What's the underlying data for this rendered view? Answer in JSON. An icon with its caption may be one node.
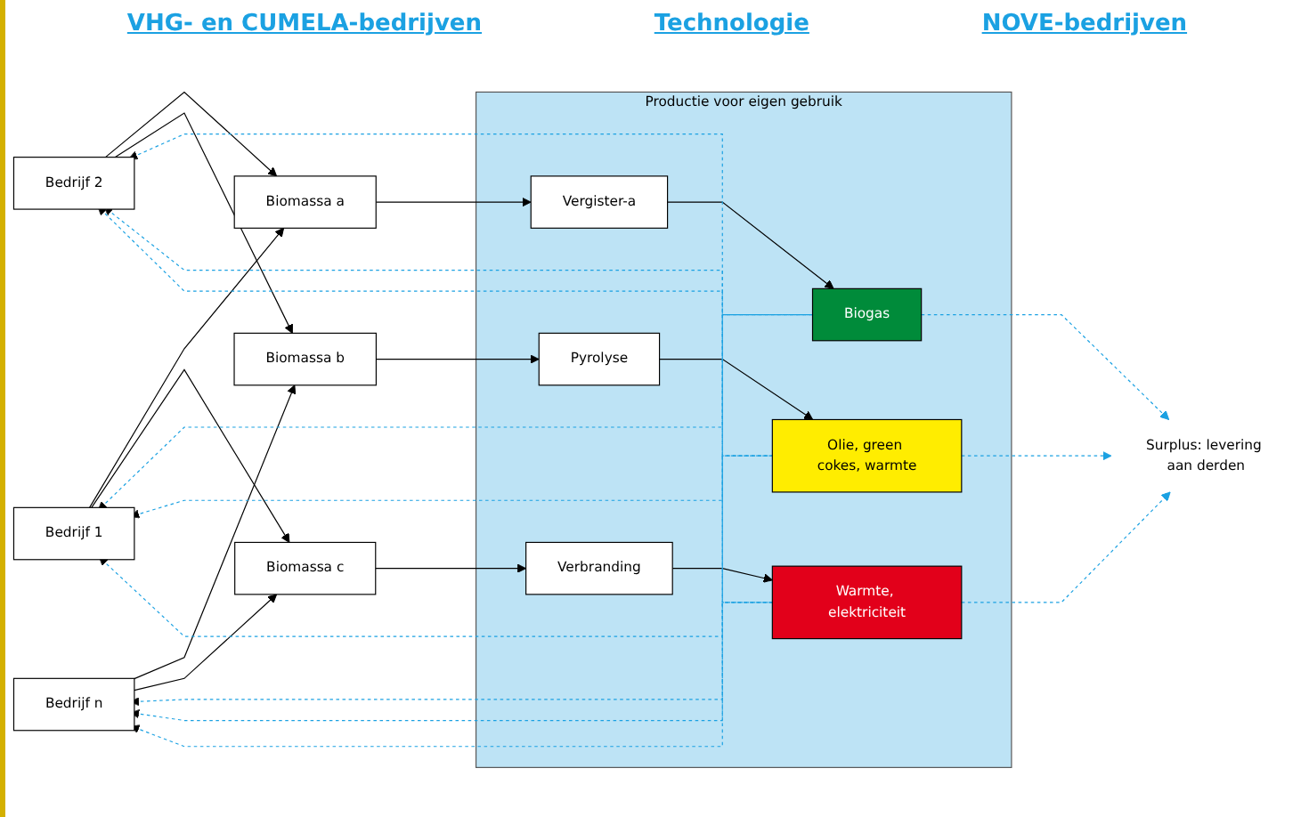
{
  "diagram": {
    "nodes": [
      {
        "text": [
          "Bedrijf 1"
        ]
      },
      {
        "text": [
          "Bedrijf 2"
        ]
      },
      {
        "text": [
          "Bedrijf n"
        ]
      },
      {
        "text": [
          "Biomassa a"
        ]
      },
      {
        "text": [
          "Biomassa b"
        ]
      },
      {
        "text": [
          "Biomassa c"
        ]
      },
      {
        "text": [
          "Productie voor eigen gebruik"
        ]
      },
      {
        "text": [
          "Vergister-a"
        ],
        "in": 6
      },
      {
        "text": [
          "Biogas"
        ],
        "in": 6
      },
      {
        "text": [
          "Pyrolyse"
        ],
        "in": 6
      },
      {
        "text": [
          "Olie, green cokes, warmte"
        ],
        "in": 6
      },
      {
        "text": [
          "Verbranding"
        ],
        "in": 6
      },
      {
        "text": [
          "Warmte, elektriciteit"
        ],
        "in": 6
      },
      {
        "text": [
          "Surplus: levering aan derden"
        ]
      }
    ],
    "edges": [
      {
        "from": 0,
        "to": 3,
        "arrow": "to"
      },
      {
        "from": 0,
        "to": 5,
        "arrow": "to"
      },
      {
        "from": 1,
        "to": 3,
        "arrow": "to"
      },
      {
        "from": 1,
        "to": 4,
        "arrow": "to"
      },
      {
        "from": 2,
        "to": 4,
        "arrow": "to"
      },
      {
        "from": 2,
        "to": 5,
        "arrow": "to"
      },
      {
        "from": 3,
        "to": 7,
        "arrow": "to"
      },
      {
        "from": 4,
        "to": 9,
        "arrow": "to"
      },
      {
        "from": 5,
        "to": 11,
        "arrow": "to"
      },
      {
        "from": 7,
        "to": 8,
        "arrow": "to"
      },
      {
        "from": 9,
        "to": 10,
        "arrow": "to"
      },
      {
        "from": 11,
        "to": 12,
        "arrow": "to"
      },
      {
        "from": 8,
        "to": 13,
        "arrow": "to",
        "style": "dashed",
        "color": "#1ba1e2"
      },
      {
        "from": 10,
        "to": 13,
        "arrow": "to",
        "style": "dashed",
        "color": "#1ba1e2"
      },
      {
        "from": 12,
        "to": 13,
        "arrow": "to",
        "style": "dashed",
        "color": "#1ba1e2"
      },
      {
        "from": 8,
        "to": 0,
        "arrow": "to",
        "style": "dashed",
        "color": "#1ba1e2"
      },
      {
        "from": 8,
        "to": 1,
        "arrow": "to",
        "style": "dashed",
        "color": "#1ba1e2"
      },
      {
        "from": 8,
        "to": 2,
        "arrow": "to",
        "style": "dashed",
        "color": "#1ba1e2"
      },
      {
        "from": 10,
        "to": 0,
        "arrow": "to",
        "style": "dashed",
        "color": "#1ba1e2"
      },
      {
        "from": 10,
        "to": 1,
        "arrow": "to",
        "style": "dashed",
        "color": "#1ba1e2"
      },
      {
        "from": 10,
        "to": 2,
        "arrow": "to",
        "style": "dashed",
        "color": "#1ba1e2"
      },
      {
        "from": 12,
        "to": 0,
        "arrow": "to",
        "style": "dashed",
        "color": "#1ba1e2"
      },
      {
        "from": 12,
        "to": 1,
        "arrow": "to",
        "style": "dashed",
        "color": "#1ba1e2"
      },
      {
        "from": 12,
        "to": 2,
        "arrow": "to",
        "style": "dashed",
        "color": "#1ba1e2"
      }
    ],
    "labels": [
      "VHG- en CUMELA-bedrijven",
      "Technologie",
      "NOVE-bedrijven"
    ]
  }
}
